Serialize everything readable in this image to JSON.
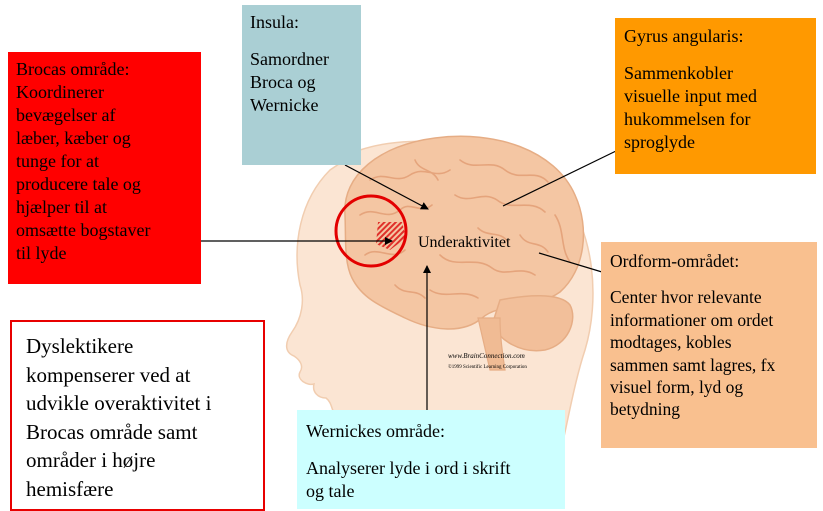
{
  "center_label": "Underaktivitet",
  "regions": {
    "broca": {
      "title": "Brocas område:",
      "lines": [
        "Koordinerer",
        "bevægelser af",
        "læber, kæber og",
        "tunge for at",
        "producere tale og",
        "hjælper til at",
        "omsætte bogstaver",
        "til lyde"
      ],
      "color": "#ff0000"
    },
    "insula": {
      "title": "Insula:",
      "lines": [
        "Samordner",
        "Broca og",
        "Wernicke"
      ],
      "color": "#aacfd4"
    },
    "gyrus": {
      "title": "Gyrus angularis:",
      "lines": [
        "Sammenkobler",
        "visuelle input med",
        "hukommelsen for",
        "sproglyde"
      ],
      "color": "#ff9900"
    },
    "ordform": {
      "title": "Ordform-området:",
      "lines": [
        "Center hvor relevante",
        "informationer om ordet",
        "modtages, kobles",
        "sammen samt lagres, fx",
        "visuel form, lyd og",
        "betydning"
      ],
      "color": "#f9c08f"
    },
    "wernicke": {
      "title": "Wernickes område:",
      "lines": [
        "Analyserer lyde i ord i skrift",
        "og tale"
      ],
      "color": "#ccffff"
    }
  },
  "dyslexia_note": {
    "lines": [
      "Dyslektikere",
      "kompenserer ved at",
      "udvikle overaktivitet i",
      "Brocas område samt",
      "områder i højre",
      "hemisfære"
    ]
  },
  "watermark": {
    "line1": "www.BrainConnection.com",
    "line2": "©1999 Scientific Learning Corporation"
  }
}
